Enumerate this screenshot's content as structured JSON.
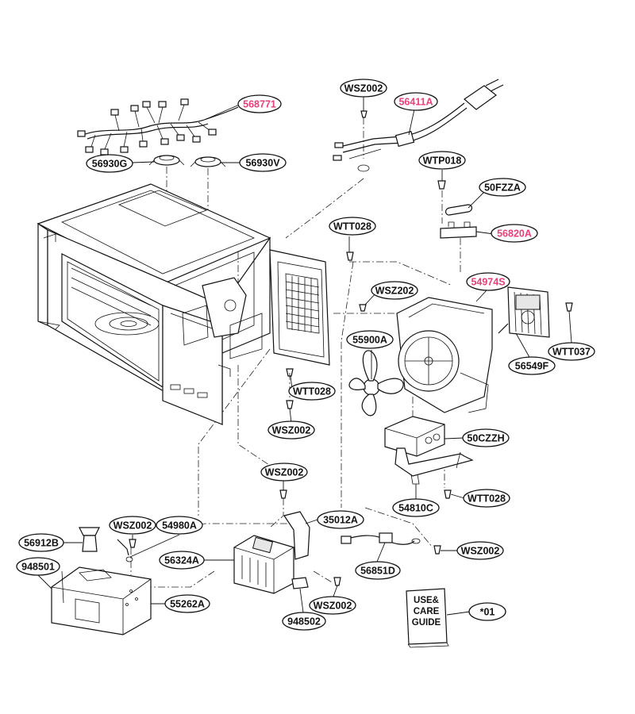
{
  "labels": {
    "p568771": {
      "text": "568771",
      "color": "#e8407a"
    },
    "p56930G": {
      "text": "56930G",
      "color": "#111111"
    },
    "p56930V": {
      "text": "56930V",
      "color": "#111111"
    },
    "pWSZ002_top": {
      "text": "WSZ002",
      "color": "#111111"
    },
    "p56411A": {
      "text": "56411A",
      "color": "#e8407a"
    },
    "pWTP018": {
      "text": "WTP018",
      "color": "#111111"
    },
    "p50FZZA": {
      "text": "50FZZA",
      "color": "#111111"
    },
    "pWTT028_a": {
      "text": "WTT028",
      "color": "#111111"
    },
    "p56820A": {
      "text": "56820A",
      "color": "#e8407a"
    },
    "p54974S": {
      "text": "54974S",
      "color": "#e8407a"
    },
    "pWSZ202": {
      "text": "WSZ202",
      "color": "#111111"
    },
    "pWTT037": {
      "text": "WTT037",
      "color": "#111111"
    },
    "p55900A": {
      "text": "55900A",
      "color": "#111111"
    },
    "p56549F": {
      "text": "56549F",
      "color": "#111111"
    },
    "pWTT028_b": {
      "text": "WTT028",
      "color": "#111111"
    },
    "pWSZ002_b": {
      "text": "WSZ002",
      "color": "#111111"
    },
    "p50CZZH": {
      "text": "50CZZH",
      "color": "#111111"
    },
    "pWSZ002_c": {
      "text": "WSZ002",
      "color": "#111111"
    },
    "pWTT028_c": {
      "text": "WTT028",
      "color": "#111111"
    },
    "p54810C": {
      "text": "54810C",
      "color": "#111111"
    },
    "p35012A": {
      "text": "35012A",
      "color": "#111111"
    },
    "pWSZ002_d": {
      "text": "WSZ002",
      "color": "#111111"
    },
    "p54980A": {
      "text": "54980A",
      "color": "#111111"
    },
    "p56912B": {
      "text": "56912B",
      "color": "#111111"
    },
    "p948501": {
      "text": "948501",
      "color": "#111111"
    },
    "p56324A": {
      "text": "56324A",
      "color": "#111111"
    },
    "pWSZ002_e": {
      "text": "WSZ002",
      "color": "#111111"
    },
    "p56851D": {
      "text": "56851D",
      "color": "#111111"
    },
    "p55262A": {
      "text": "55262A",
      "color": "#111111"
    },
    "pWSZ002_f": {
      "text": "WSZ002",
      "color": "#111111"
    },
    "p948502": {
      "text": "948502",
      "color": "#111111"
    },
    "p01": {
      "text": "*01",
      "color": "#111111"
    }
  },
  "manual": {
    "line1": "USE&",
    "line2": "CARE",
    "line3": "GUIDE"
  }
}
